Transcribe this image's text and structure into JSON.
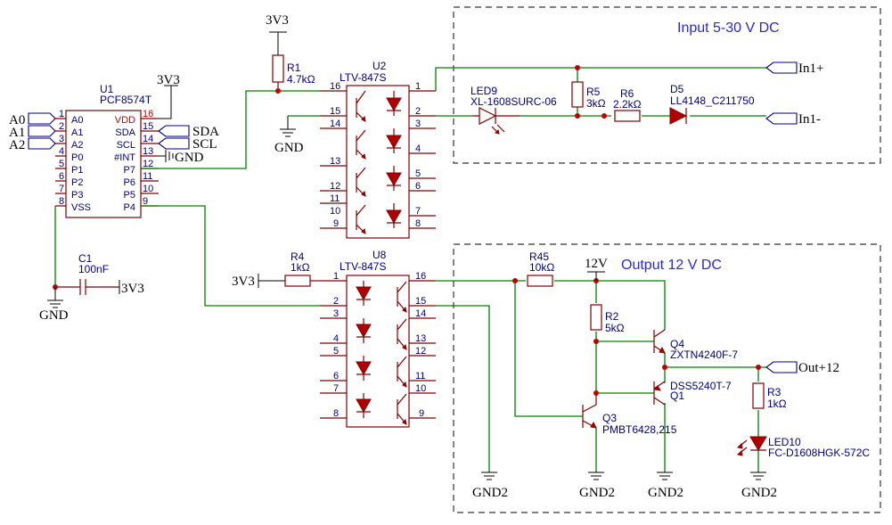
{
  "sections": {
    "input_title": "Input 5-30 V DC",
    "output_title": "Output 12 V DC"
  },
  "power": {
    "v3_top": "3V3",
    "v3_u1": "3V3",
    "v3_c1": "3V3",
    "v3_r4": "3V3",
    "v12": "12V",
    "gnd_u2": "GND",
    "gnd_u1": "GND",
    "gnd_c1": "GND",
    "gnd2_u8": "GND2",
    "gnd2_q3": "GND2",
    "gnd2_q1": "GND2",
    "gnd2_led": "GND2"
  },
  "nets": {
    "a0": "A0",
    "a1": "A1",
    "a2": "A2",
    "sda": "SDA",
    "scl": "SCL",
    "in_plus": "In1+",
    "in_minus": "In1-",
    "out_plus": "Out+12"
  },
  "components": {
    "u1": {
      "ref": "U1",
      "value": "PCF8574T",
      "left_pins": [
        {
          "num": "1",
          "name": "A0"
        },
        {
          "num": "2",
          "name": "A1"
        },
        {
          "num": "3",
          "name": "A2"
        },
        {
          "num": "4",
          "name": "P0"
        },
        {
          "num": "5",
          "name": "P1"
        },
        {
          "num": "6",
          "name": "P2"
        },
        {
          "num": "7",
          "name": "P3"
        },
        {
          "num": "8",
          "name": "VSS"
        }
      ],
      "right_pins": [
        {
          "num": "16",
          "name": "VDD"
        },
        {
          "num": "15",
          "name": "SDA"
        },
        {
          "num": "14",
          "name": "SCL"
        },
        {
          "num": "13",
          "name": "#INT"
        },
        {
          "num": "12",
          "name": "P7"
        },
        {
          "num": "11",
          "name": "P6"
        },
        {
          "num": "10",
          "name": "P5"
        },
        {
          "num": "9",
          "name": "P4"
        }
      ]
    },
    "u2": {
      "ref": "U2",
      "value": "LTV-847S",
      "left_pins": [
        "16",
        "15",
        "14",
        "13",
        "12",
        "11",
        "10",
        "9"
      ],
      "right_pins": [
        "1",
        "2",
        "3",
        "4",
        "5",
        "6",
        "7",
        "8"
      ]
    },
    "u8": {
      "ref": "U8",
      "value": "LTV-847S",
      "left_pins": [
        "1",
        "2",
        "3",
        "4",
        "5",
        "6",
        "7",
        "8"
      ],
      "right_pins": [
        "16",
        "15",
        "14",
        "13",
        "12",
        "11",
        "10",
        "9"
      ]
    },
    "r1": {
      "ref": "R1",
      "value": "4.7kΩ"
    },
    "r4": {
      "ref": "R4",
      "value": "1kΩ"
    },
    "r5": {
      "ref": "R5",
      "value": "3kΩ"
    },
    "r6": {
      "ref": "R6",
      "value": "2.2kΩ"
    },
    "r45": {
      "ref": "R45",
      "value": "10kΩ"
    },
    "r2": {
      "ref": "R2",
      "value": "5kΩ"
    },
    "r3": {
      "ref": "R3",
      "value": "1kΩ"
    },
    "c1": {
      "ref": "C1",
      "value": "100nF"
    },
    "led9": {
      "ref": "LED9",
      "value": "XL-1608SURC-06"
    },
    "d5": {
      "ref": "D5",
      "value": "LL4148_C211750"
    },
    "q4": {
      "ref": "Q4",
      "value": "ZXTN4240F-7"
    },
    "q1": {
      "ref": "Q1",
      "value": "DSS5240T-7"
    },
    "q3": {
      "ref": "Q3",
      "value": "PMBT6428,215"
    },
    "led10": {
      "ref": "LED10",
      "value": "FC-D1608HGK-572C"
    }
  },
  "colors": {
    "wire": "#008000",
    "part": "#800000",
    "label": "#000080",
    "title": "#2a2ad0",
    "junction": "#c00000"
  }
}
